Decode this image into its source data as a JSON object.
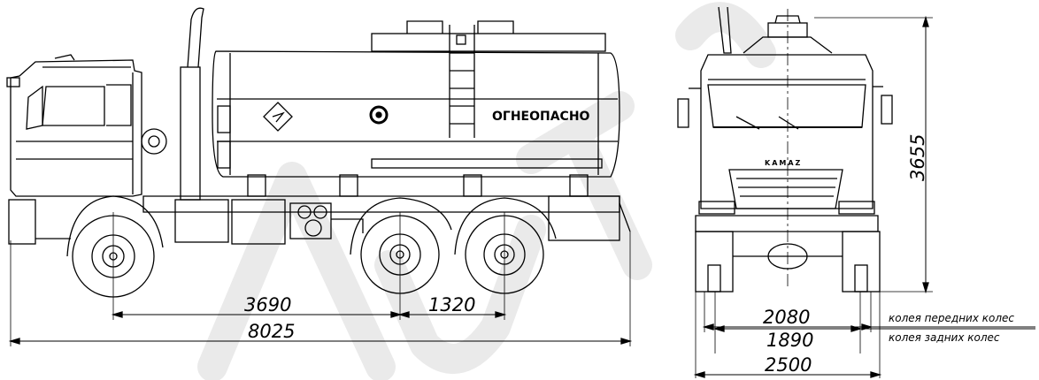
{
  "side_view": {
    "tank_warning": "ОГНЕОПАСНО",
    "dims": {
      "wheelbase_front": "3690",
      "wheelbase_rear": "1320",
      "overall_length": "8025"
    }
  },
  "front_view": {
    "brand": "KAMAZ",
    "dims": {
      "height": "3655",
      "front_track": "2080",
      "rear_track": "1890",
      "overall_width": "2500"
    },
    "notes": {
      "front_track": "колея передних колес",
      "rear_track": "колея задних колес"
    }
  }
}
